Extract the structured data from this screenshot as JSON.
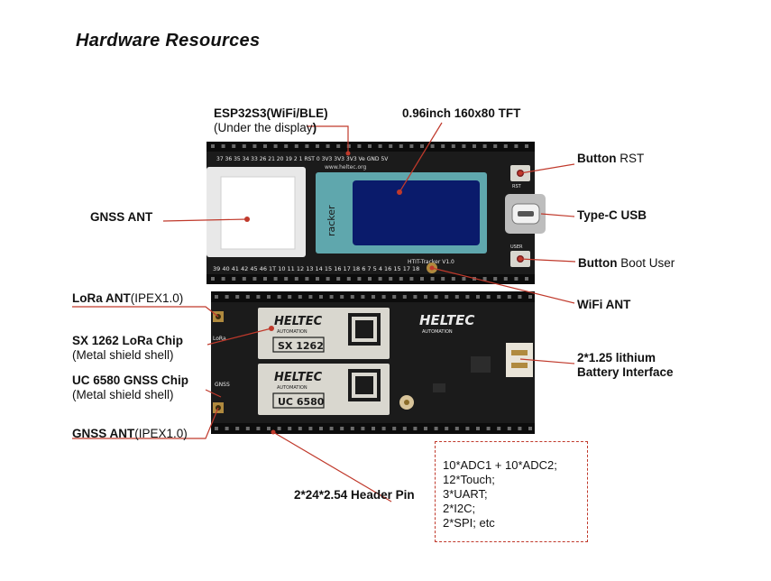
{
  "title": "Hardware Resources",
  "labels": {
    "esp32": {
      "bold": "ESP32S3(WiFi/BLE)",
      "sub_a": "(Under the display",
      "sub_b": ")"
    },
    "tft": {
      "bold": "0.96inch 160x80 TFT"
    },
    "btn_rst": {
      "bold": "Button",
      "normal": " RST"
    },
    "gnss_ant": {
      "bold": "GNSS ANT"
    },
    "typec": {
      "bold": "Type-C USB"
    },
    "btn_boot": {
      "bold": "Button",
      "normal": " Boot User"
    },
    "lora_ant": {
      "bold": "LoRa ANT",
      "normal": "(IPEX1.0)"
    },
    "wifi_ant": {
      "bold": "WiFi ANT"
    },
    "sx1262": {
      "bold": "SX 1262 LoRa Chip",
      "sub": "(Metal shield shell)"
    },
    "battery": {
      "bold1": "2*1.25 lithium",
      "bold2": "Battery Interface"
    },
    "uc6580": {
      "bold": "UC 6580 GNSS Chip",
      "sub": "(Metal shield shell)"
    },
    "gnss_ipex": {
      "bold": "GNSS ANT",
      "normal": "(IPEX1.0)"
    },
    "header_pin": {
      "bold": "2*24*2.54 Header Pin"
    }
  },
  "spec_lines": [
    "10*ADC1 + 10*ADC2;",
    "12*Touch;",
    "3*UART;",
    "2*I2C;",
    "2*SPI; etc"
  ],
  "board": {
    "brand_left": "HELTEC",
    "brand_sub": "AUTOMATION",
    "chip1": "SX 1262",
    "chip2": "UC 6580",
    "top_silk": "www.heltec.org",
    "pcb_name": "HTIT-Tracker V1.0",
    "pin_text_top": "37 36 35 34 33 26 21 20 19 2 1 RST 0 3V3 3V3 3V3 Ve GND 5V",
    "pin_text_bottom": "39 40 41 42 45 46 1T 10 11 12 13 14 15 16 17 18 6 7 5 4 16 15 17 18",
    "side_lora": "LoRa",
    "side_gnss": "GNSS",
    "rst_silk": "RST",
    "user_silk": "USER",
    "display_logo": "racker"
  },
  "colors": {
    "pcb": "#1b1b1b",
    "leader": "#c0392b",
    "display": "#5fa7ad",
    "screen": "#0a1b6b",
    "shield": "#d9d7cf"
  }
}
